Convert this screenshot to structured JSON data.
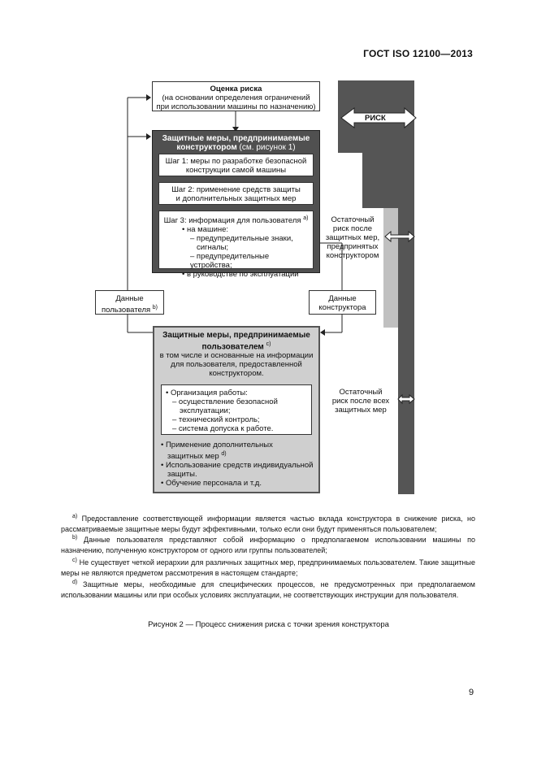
{
  "header": {
    "standard": "ГОСТ ISO 12100—2013"
  },
  "risk_assessment": {
    "title": "Оценка риска",
    "subtitle_l1": "(на основании определения ограничений",
    "subtitle_l2": "при использовании машины по назначению)"
  },
  "designer_measures": {
    "title_l1": "Защитные меры, предпринимаемые",
    "title_l2a": "конструктором",
    "title_l2b": " (см. рисунок 1)",
    "step1_l1": "Шаг 1: меры по разработке безопасной",
    "step1_l2": "конструкции самой машины",
    "step2_l1": "Шаг 2: применение средств защиты",
    "step2_l2": "и дополнительных защитных мер",
    "step3_title": "Шаг 3: информация для пользователя",
    "step3_sup": "a)",
    "step3_items": [
      "• на машине:",
      "– предупредительные знаки,",
      "сигналы;",
      "– предупредительные устройства;",
      "• в руководстве по эксплуатации"
    ]
  },
  "risk_label": "РИСК",
  "residual_designer": [
    "Остаточный",
    "риск после",
    "защитных мер,",
    "предпринятых",
    "конструктором"
  ],
  "residual_all": [
    "Остаточный",
    "риск после всех",
    "защитных мер"
  ],
  "user_data": {
    "l1": "Данные",
    "l2": "пользователя",
    "sup": "b)"
  },
  "designer_data": {
    "l1": "Данные",
    "l2": "конструктора"
  },
  "user_measures": {
    "title_l1": "Защитные меры, предпринимаемые",
    "title_l2": "пользователем",
    "title_sup": "c)",
    "sub_l1": "в том числе и основанные на информации",
    "sub_l2": "для пользователя, предоставленной",
    "sub_l3": "конструктором.",
    "org_items": [
      "• Организация работы:",
      "– осуществление безопасной",
      "эксплуатации;",
      "– технический контроль;",
      "– система допуска к работе."
    ],
    "extra_l1": "• Применение дополнительных",
    "extra_l2": "защитных мер",
    "extra_sup": "d)",
    "ppe_l1": "• Использование средств индивидуальной",
    "ppe_l2": "защиты.",
    "training": "• Обучение персонала и т.д."
  },
  "footnotes": [
    {
      "mark": "a)",
      "text": "Предоставление соответствующей информации является частью вклада конструктора в снижение риска, но рассматриваемые защитные меры будут эффективными, только если они будут применяться пользователем;"
    },
    {
      "mark": "b)",
      "text": "Данные пользователя представляют собой информацию о предполагаемом использовании машины по назначению, полученную конструктором от одного или группы пользователей;"
    },
    {
      "mark": "c)",
      "text": "Не существует четкой иерархии для различных защитных мер, предпринимаемых пользователем. Такие защитные меры не являются предметом рассмотрения в настоящем стандарте;"
    },
    {
      "mark": "d)",
      "text": "Защитные меры, необходимые для специфических процессов, не предусмотренных при предполагаемом использовании машины или при особых условиях эксплуатации, не соответствующих инструкции для пользователя."
    }
  ],
  "caption": "Рисунок 2 — Процесс снижения риска с точки зрения конструктора",
  "page_number": "9"
}
